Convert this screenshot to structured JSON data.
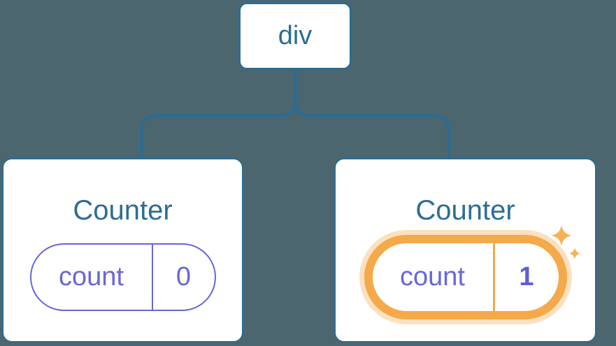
{
  "diagram": {
    "description": "React component tree: a div root with two Counter children; second Counter's state just updated",
    "colors": {
      "background": "#4C6670",
      "line_blue": "#2B6C92",
      "text_blue": "#2C6E92",
      "state_purple": "#6767D9",
      "highlight_orange": "#F5A94A",
      "highlight_glow": "rgba(245,169,74,0.35)",
      "sparkle_orange": "#F6B155",
      "card_background": "#FFFFFF"
    },
    "tree": {
      "root": {
        "label": "div"
      },
      "children": [
        {
          "title": "Counter",
          "state": {
            "key": "count",
            "value": "0",
            "highlighted": false
          }
        },
        {
          "title": "Counter",
          "state": {
            "key": "count",
            "value": "1",
            "highlighted": true
          },
          "badge_icon": "sparkles-icon"
        }
      ]
    }
  }
}
